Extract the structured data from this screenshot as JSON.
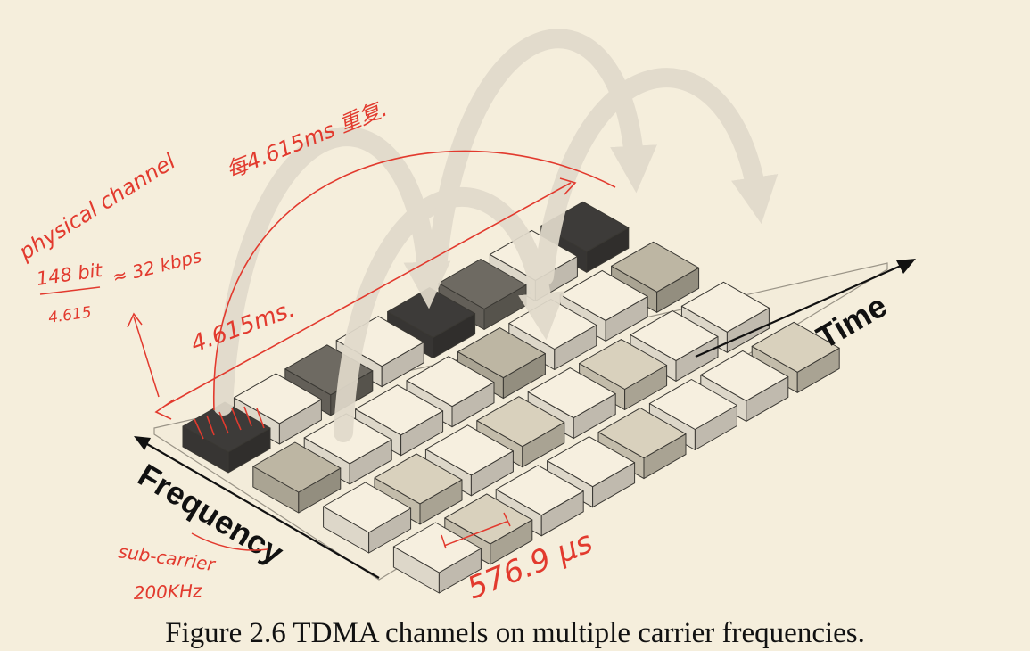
{
  "caption": "Figure 2.6  TDMA channels on multiple carrier frequencies.",
  "axes": {
    "time_label": "Time",
    "frequency_label": "Frequency"
  },
  "grid": {
    "rows": 4,
    "cols": 8,
    "shade_colors": {
      "0": "#f6efdf",
      "1": "#d9d1bd",
      "2": "#bdb6a3",
      "3": "#6e6a62",
      "4": "#3d3b39"
    },
    "shades": [
      [
        4,
        0,
        3,
        0,
        4,
        3,
        0,
        4
      ],
      [
        2,
        0,
        0,
        0,
        2,
        0,
        0,
        2
      ],
      [
        0,
        1,
        0,
        1,
        0,
        1,
        0,
        0
      ],
      [
        0,
        1,
        0,
        0,
        1,
        0,
        0,
        1
      ]
    ]
  },
  "annotations": {
    "physical_channel": "physical channel",
    "repeat_every": "每4.615ms 重复.",
    "bits_fraction_top": "148 bit",
    "bits_fraction_bottom": "4.615",
    "bits_rate": "≈ 32 kbps",
    "frame_period": "4.615ms.",
    "slot_duration": "576.9 μs",
    "sub_carrier": "sub-carrier",
    "carrier_spacing": "200KHz"
  },
  "colors": {
    "background": "#f5eedc",
    "arrow_fill": "#e1dacb",
    "handwriting": "#e23a2e",
    "ink": "#111111"
  }
}
